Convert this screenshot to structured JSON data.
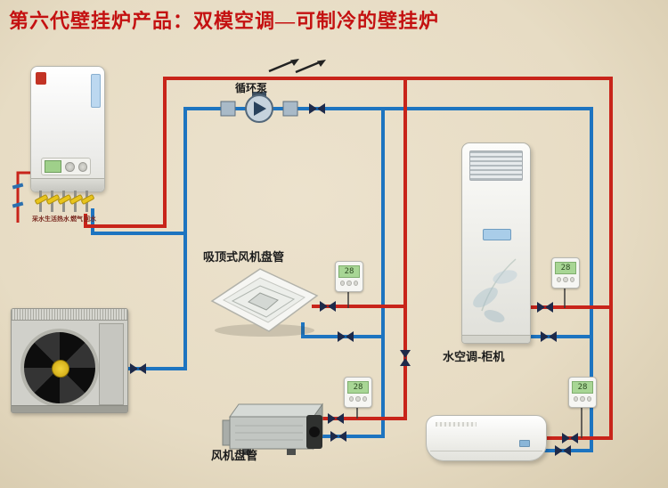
{
  "title": "第六代壁挂炉产品：双模空调—可制冷的壁挂炉",
  "labels": {
    "pump": "循环泵",
    "cassette_unit": "吸顶式风机盘管",
    "cabinet_unit": "水空调-柜机",
    "duct_unit": "风机盘管"
  },
  "boiler": {
    "port_labels": [
      "采水",
      "生活热水",
      "燃气",
      "回水"
    ]
  },
  "thermostats": [
    {
      "reading": "28"
    },
    {
      "reading": "28"
    },
    {
      "reading": "28"
    },
    {
      "reading": "28"
    }
  ],
  "colors": {
    "hot_pipe": "#c8241a",
    "cold_pipe": "#1d74c0",
    "valve": "#1e2a4a",
    "background": "#e7dcc4",
    "title_text": "#c41111"
  },
  "icons": {
    "pump": "circle-with-flow-arrow",
    "valve": "bowtie-valve",
    "flow": "right-slanted-arrows",
    "fan": "black-fan-blades"
  }
}
